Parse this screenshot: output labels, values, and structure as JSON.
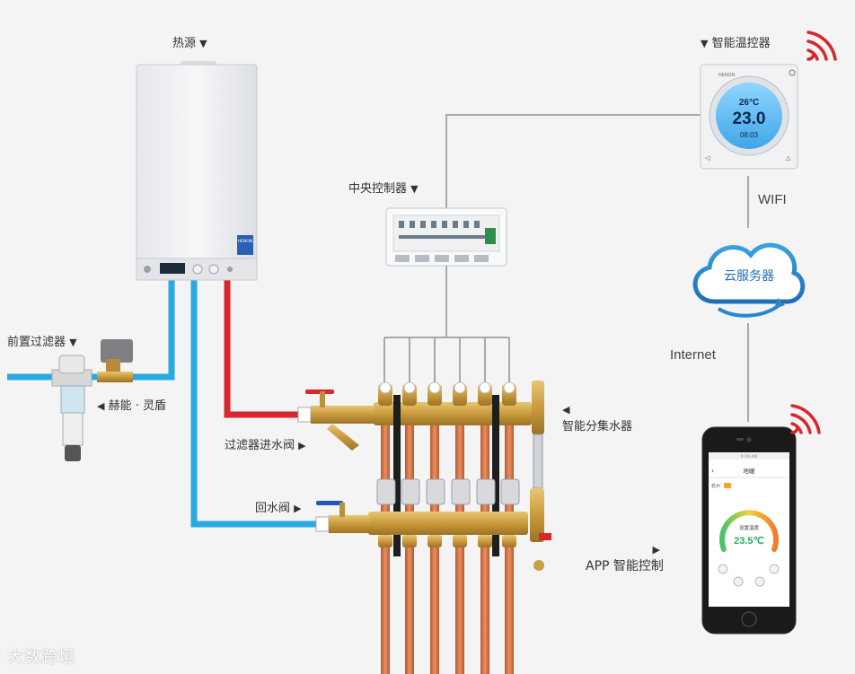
{
  "labels": {
    "heat_source": "热源",
    "smart_thermostat": "智能温控器",
    "central_controller": "中央控制器",
    "wifi": "WIFI",
    "cloud_server": "云服务器",
    "internet": "Internet",
    "pre_filter": "前置过滤器",
    "brand": "赫能 · 灵盾",
    "filter_inlet_valve": "过滤器进水阀",
    "smart_manifold": "智能分集水器",
    "return_valve": "回水阀",
    "app_control": "APP 智能控制"
  },
  "thermostat": {
    "brand": "HENON",
    "set_temp": "26°C",
    "current_temp": "23.0",
    "time": "08:03"
  },
  "phone": {
    "status_time": "9:26 AM",
    "header_title": "地暖",
    "location": "杭州",
    "setting_label": "设置温度",
    "setting_value": "23.5℃"
  },
  "boiler": {
    "badge": "HENON"
  },
  "watermark": "大数跨境",
  "colors": {
    "hot_pipe": "#d9262b",
    "cold_pipe": "#27a9e1",
    "wire": "#a8a8a8",
    "copper": "#d4743c",
    "brass": "#c9a045",
    "signal": "#d9262b"
  }
}
